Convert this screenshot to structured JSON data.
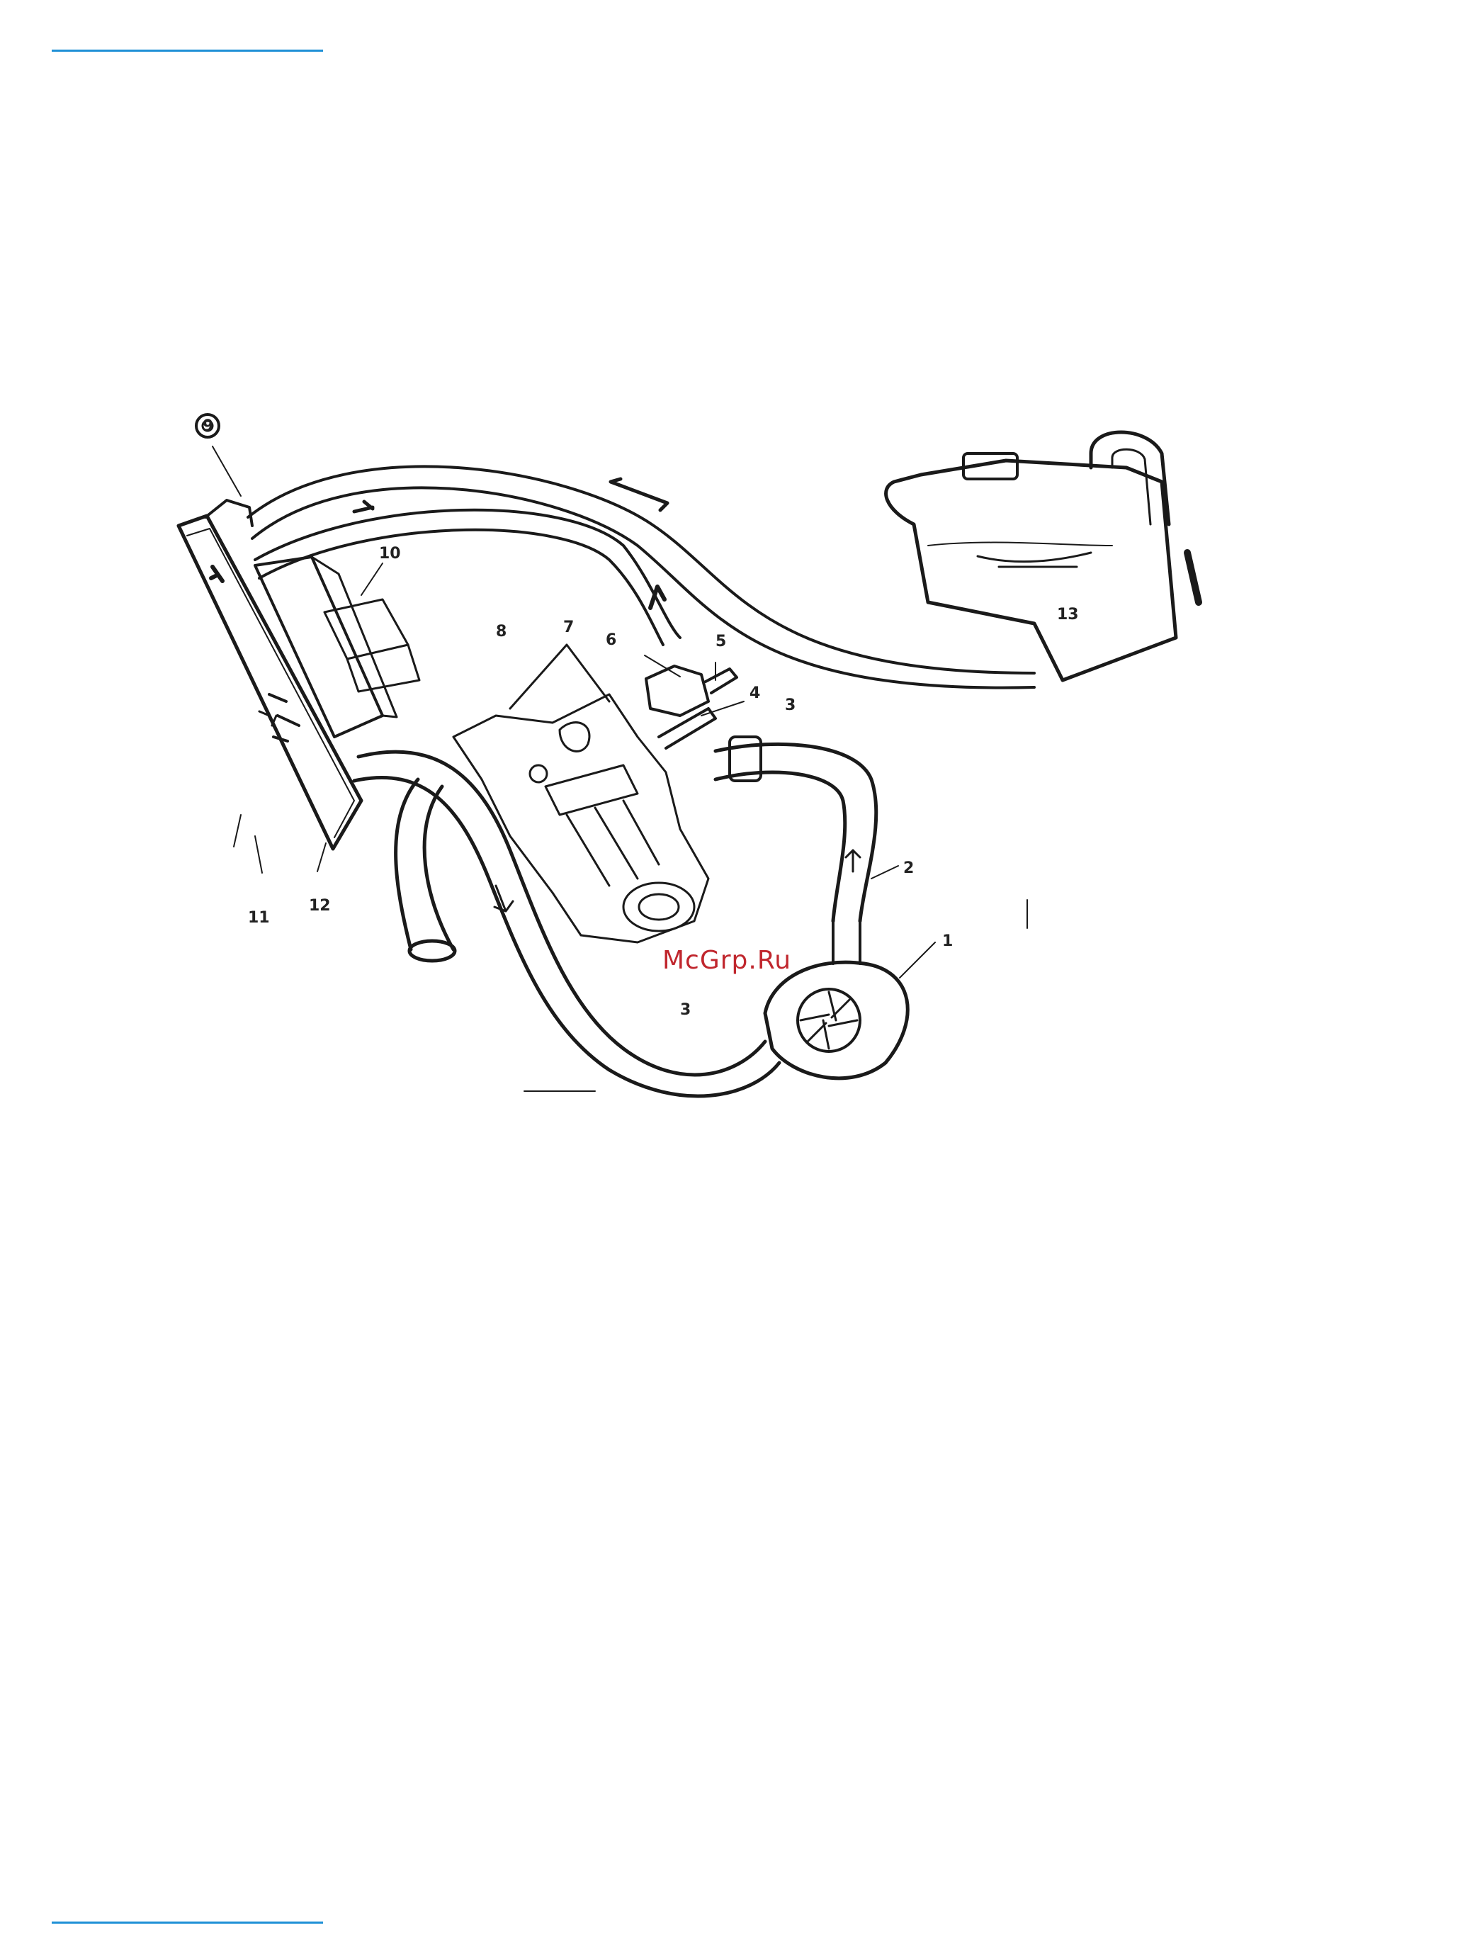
{
  "colors": {
    "rule": "#1e90d6",
    "ink": "#1a1a1a",
    "watermark": "#c0262d"
  },
  "watermark": "McGrp.Ru",
  "callouts": {
    "c1": "1",
    "c2": "2",
    "c3": "3",
    "c3b": "3",
    "c4": "4",
    "c5": "5",
    "c6": "6",
    "c7": "7",
    "c8": "8",
    "c9": "9",
    "c10": "10",
    "c11": "11",
    "c12": "12",
    "c13": "13"
  }
}
